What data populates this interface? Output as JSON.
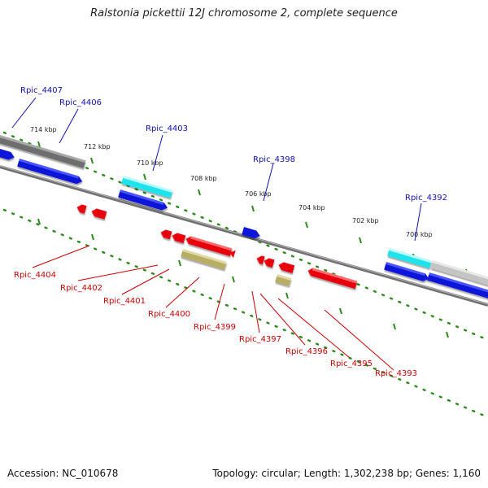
{
  "title": "Ralstonia pickettii 12J chromosome 2, complete sequence",
  "accession_line": "Accession: NC_010678",
  "topology_line": "Topology: circular; Length: 1,302,238 bp; Genes: 1,160",
  "colors": {
    "forward_gene": "#0a14d8",
    "forward_highlight": "#1fe3ec",
    "forward_grey": "#c4c4c4",
    "forward_dark_grey": "#6e6e6e",
    "reverse_gene": "#e8060c",
    "reverse_pseudo": "#b8ae63",
    "forward_label": "#1010b0",
    "reverse_label": "#cc0000",
    "tick_green": "#2a8a1a",
    "backbone": "#808080"
  },
  "coordinate_ticks": [
    "714 kbp",
    "712 kbp",
    "710 kbp",
    "708 kbp",
    "706 kbp",
    "704 kbp",
    "702 kbp",
    "700 kbp"
  ],
  "forward_genes": [
    "Rpic_4407",
    "Rpic_4406",
    "Rpic_4403",
    "Rpic_4398",
    "Rpic_4392"
  ],
  "reverse_genes": [
    "Rpic_4404",
    "Rpic_4402",
    "Rpic_4401",
    "Rpic_4400",
    "Rpic_4399",
    "Rpic_4397",
    "Rpic_4396",
    "Rpic_4395",
    "Rpic_4393"
  ]
}
